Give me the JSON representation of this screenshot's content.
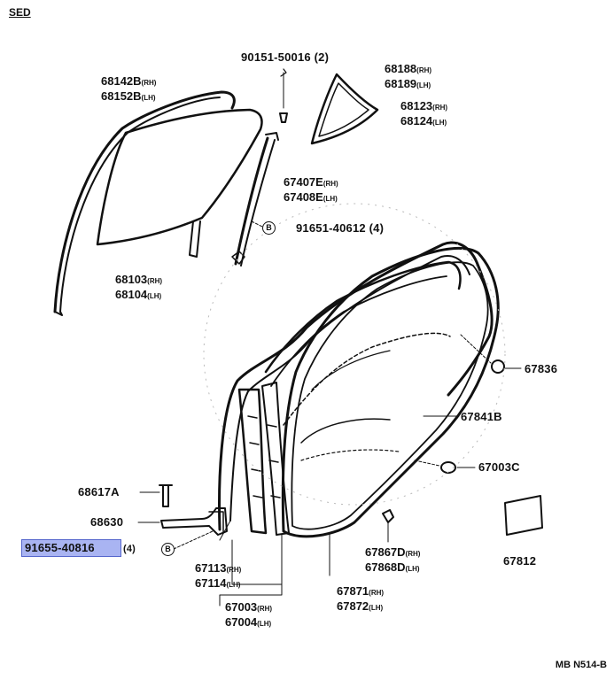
{
  "header": {
    "variant": "SED"
  },
  "footer": {
    "code": "MB N514-B"
  },
  "highlight_color": "#a9b4f2",
  "labels": {
    "p90151": "90151-50016 (2)",
    "p68188": "68188",
    "p68189": "68189",
    "p68123": "68123",
    "p68124": "68124",
    "p68142": "68142B",
    "p68152": "68152B",
    "p67407": "67407E",
    "p67408": "67408E",
    "p91651": "91651-40612 (4)",
    "p68103": "68103",
    "p68104": "68104",
    "p67836": "67836",
    "p67841": "67841B",
    "p67003C": "67003C",
    "p68617": "68617A",
    "p68630": "68630",
    "p91655": "91655-40816",
    "p91655q": "(4)",
    "p67867": "67867D",
    "p67868": "67868D",
    "p67812": "67812",
    "p67113": "67113",
    "p67114": "67114",
    "p67871": "67871",
    "p67872": "67872",
    "p67003": "67003",
    "p67004": "67004",
    "rh": "(RH)",
    "lh": "(LH)",
    "bolt_letter": "B"
  }
}
